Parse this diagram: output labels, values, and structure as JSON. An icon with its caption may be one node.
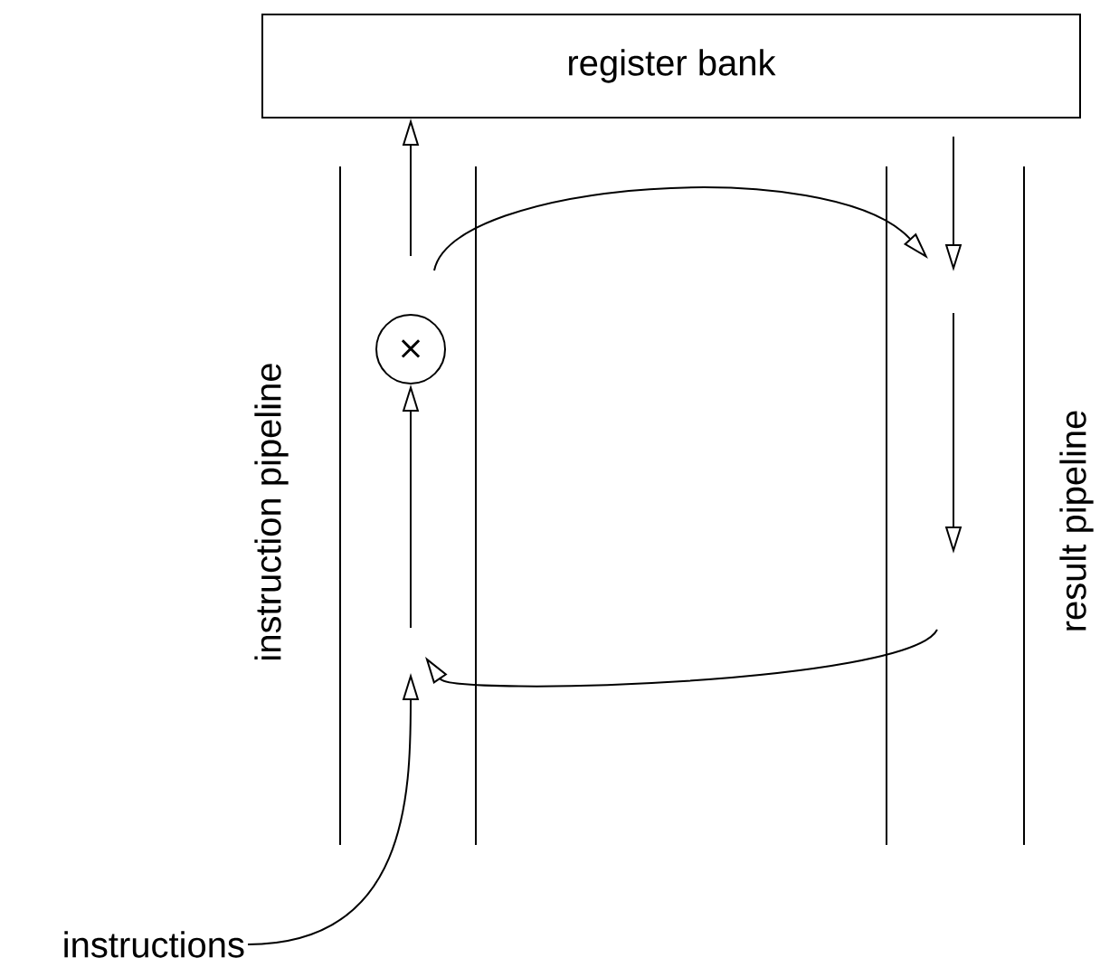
{
  "diagram": {
    "nodes": [
      {
        "text": [
          "register bank"
        ]
      },
      {
        "text": [
          "×"
        ]
      },
      {
        "text": [
          "instructions"
        ]
      }
    ],
    "edges": [
      {
        "from": 1,
        "to": 0,
        "arrow": "to"
      },
      {
        "from": null,
        "to": 1,
        "arrow": "to"
      },
      {
        "from": 1,
        "to": null,
        "arrow": "to"
      },
      {
        "from": 0,
        "to": null,
        "arrow": "to"
      },
      {
        "from": 2,
        "to": null,
        "arrow": "to"
      }
    ],
    "labels": [
      "instruction pipeline",
      "result pipeline"
    ]
  }
}
